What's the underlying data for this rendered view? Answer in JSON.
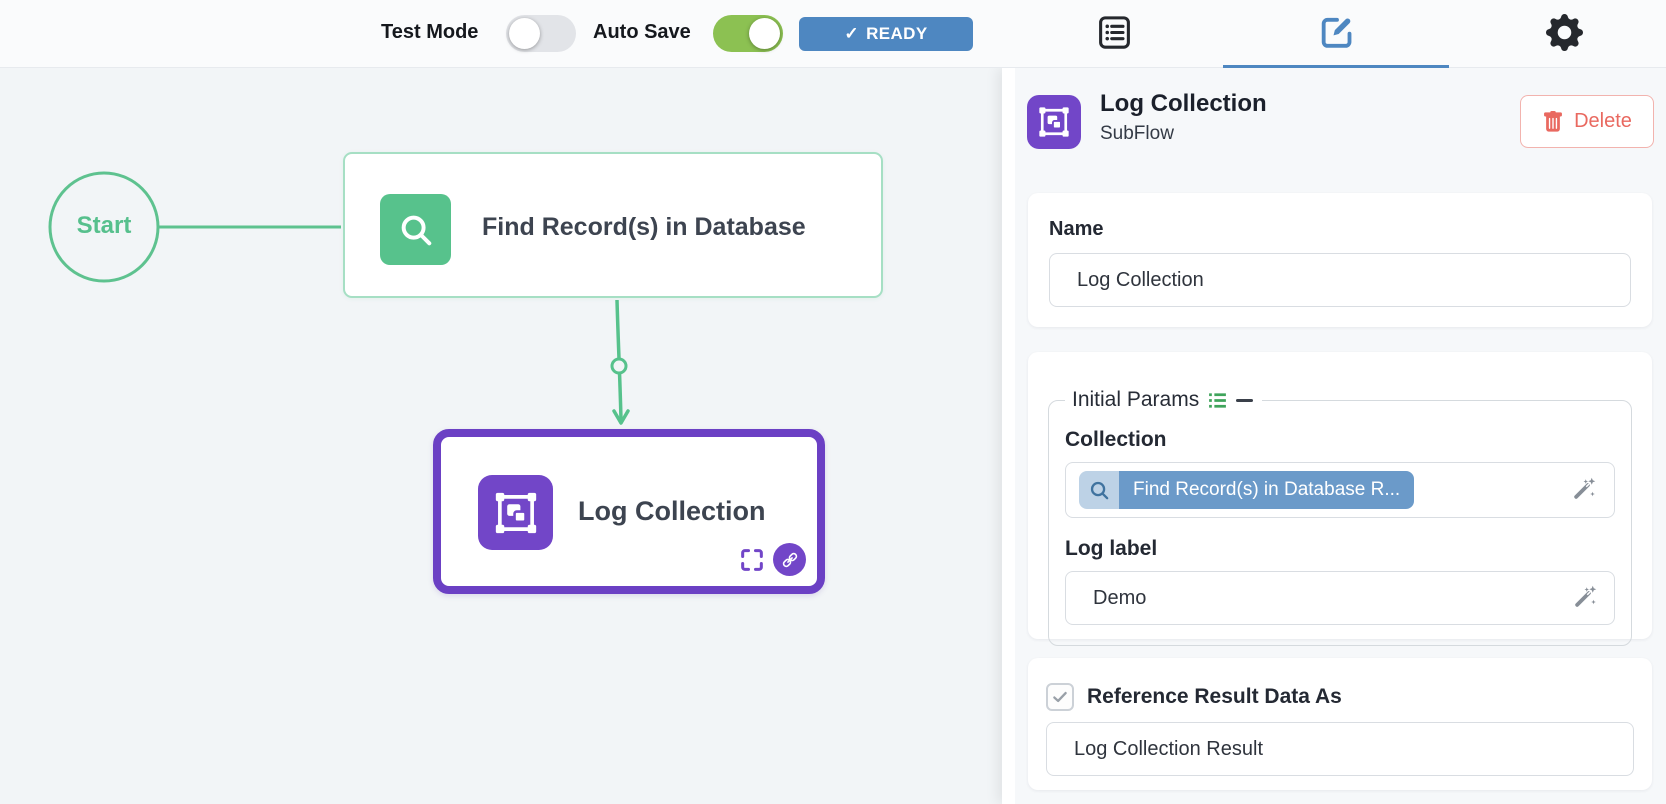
{
  "topbar": {
    "test_mode_label": "Test Mode",
    "test_mode_state": "off",
    "auto_save_label": "Auto Save",
    "auto_save_state": "on",
    "status_badge": {
      "check": "✓",
      "label": "READY"
    },
    "icons": [
      "journal-list-icon",
      "edit-pencil-square-icon",
      "gear-icon"
    ],
    "active_tab": "edit"
  },
  "canvas": {
    "start_label": "Start",
    "nodes": [
      {
        "title": "Find Record(s) in Database",
        "icon": "search-icon",
        "accent": "#57c28c"
      },
      {
        "title": "Log Collection",
        "icon": "subflow-object-group-icon",
        "accent": "#7246c8",
        "selected": true,
        "badges": [
          "expand-icon",
          "link-icon"
        ]
      }
    ]
  },
  "panel": {
    "title": "Log Collection",
    "subtitle": "SubFlow",
    "delete_label": "Delete",
    "name_section": {
      "label": "Name",
      "value": "Log Collection"
    },
    "params_section": {
      "legend": "Initial Params",
      "legend_icons": [
        "green-list-icon",
        "collapse-minus-icon"
      ],
      "collection_label": "Collection",
      "collection_chip": "Find Record(s) in Database R...",
      "chip_icon": "search-icon",
      "field_icon": "magic-wand-icon",
      "log_label_label": "Log label",
      "log_label_value": "Demo"
    },
    "reference_section": {
      "checked": true,
      "label": "Reference Result Data As",
      "value": "Log Collection Result"
    }
  },
  "colors": {
    "accent_blue": "#4e87c1",
    "toggle_green": "#8cc152",
    "node_green": "#57c28c",
    "node_purple": "#7246c8",
    "purple_border": "#6b40c4",
    "delete_red": "#e96960",
    "chip_blue": "#6b9ac9",
    "chip_light": "#bdd2e6",
    "canvas_bg": "#f2f5f7",
    "panel_bg": "#f6f8fa"
  }
}
